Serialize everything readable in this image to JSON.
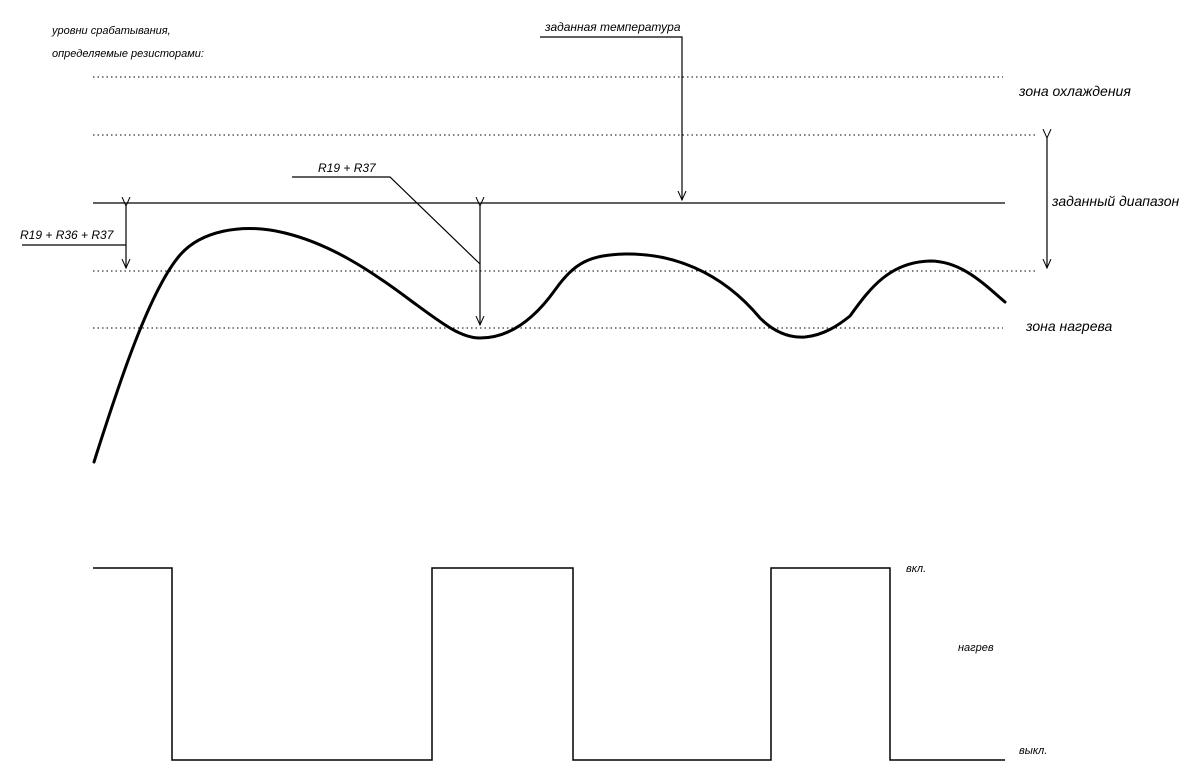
{
  "labels": {
    "levels_line1": "уровни срабатывания,",
    "levels_line2": "определяемые резисторами:",
    "setpoint": "заданная температура",
    "cooling_zone": "зона охлаждения",
    "set_range": "заданный диапазон",
    "heating_zone": "зона нагрева",
    "r_two": "R19 + R37",
    "r_three": "R19 + R36 + R37",
    "on": "вкл.",
    "heating": "нагрев",
    "off": "выкл."
  }
}
